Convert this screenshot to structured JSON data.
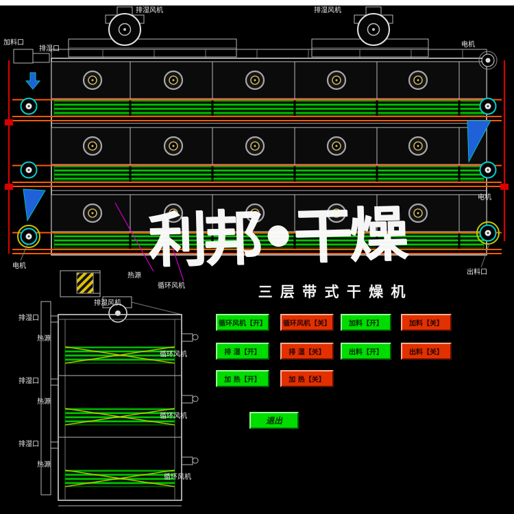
{
  "panel": {
    "title": "三 层 带 式 干 燥 机",
    "buttons": [
      {
        "label": "循环风机【开】",
        "state": "on"
      },
      {
        "label": "循环风机【关】",
        "state": "off"
      },
      {
        "label": "加料【开】",
        "state": "on"
      },
      {
        "label": "加料【关】",
        "state": "off"
      },
      {
        "label": "排 湿【开】",
        "state": "on"
      },
      {
        "label": "排 湿【关】",
        "state": "off"
      },
      {
        "label": "出料【开】",
        "state": "on"
      },
      {
        "label": "出料【关】",
        "state": "off"
      },
      {
        "label": "加 热【开】",
        "state": "on"
      },
      {
        "label": "加 热【关】",
        "state": "off"
      }
    ],
    "exit_label": "退出"
  },
  "main_diagram": {
    "fan1_label": "排湿风机",
    "fan2_label": "排湿风机",
    "feed_inlet_label": "加料口",
    "exhaust_port_label": "排湿口",
    "motor_top_right_label": "电机",
    "motor_mid_right_label": "电机",
    "motor_bottom_left_label": "电机",
    "discharge_outlet_label": "出料口",
    "heat_source_label": "热源",
    "circulation_fan_label": "循环风机"
  },
  "side_diagram": {
    "fan_label": "排湿风机",
    "levels": [
      {
        "exhaust_port": "排湿口",
        "heat_source": "热源",
        "circulation_fan": "循环风机"
      },
      {
        "exhaust_port": "排湿口",
        "heat_source": "热源",
        "circulation_fan": "循环风机"
      },
      {
        "exhaust_port": "排湿口",
        "heat_source": "热源",
        "circulation_fan": "循环风机"
      }
    ]
  },
  "watermark": "利邦•干燥",
  "colors": {
    "on_green": "#00dc00",
    "off_red": "#e23000",
    "belt_green": "#00c800",
    "conveyor_orange": "#ff5a00",
    "pulley_cyan": "#00cfcf",
    "accent_blue": "#2060d8",
    "annotation_magenta": "#d000d0",
    "highlight_yellow": "#c8c800"
  }
}
